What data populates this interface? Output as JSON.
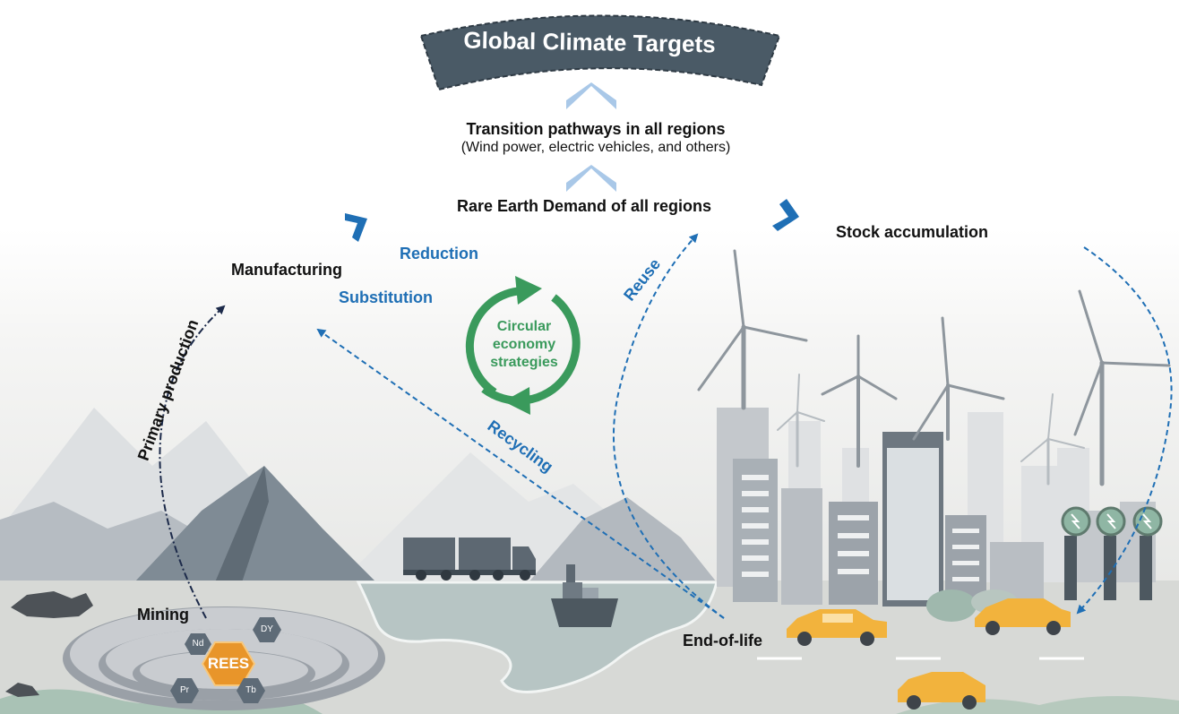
{
  "title": "Global Climate Targets",
  "transition": {
    "heading": "Transition pathways in all regions",
    "examples": "(Wind power, electric vehicles, and others)"
  },
  "demand": "Rare Earth Demand of all regions",
  "stages": {
    "manufacturing": "Manufacturing",
    "stock": "Stock accumulation",
    "mining": "Mining",
    "end_of_life": "End-of-life"
  },
  "flows": {
    "primary_production": "Primary production",
    "recycling": "Recycling",
    "reuse": "Reuse"
  },
  "strategies": {
    "reduction": "Reduction",
    "substitution": "Substitution",
    "circular_line1": "Circular",
    "circular_line2": "economy",
    "circular_line3": "strategies"
  },
  "elements": {
    "center": "REES",
    "dy": "DY",
    "nd": "Nd",
    "pr": "Pr",
    "tb": "Tb"
  },
  "colors": {
    "accent_blue": "#1f6fb5",
    "dark_flow": "#1c2a4a",
    "circular_green": "#3a9a5c",
    "banner": "#4a5a66",
    "chevron": "#a9c8e8",
    "rees_orange": "#e8952a",
    "vehicle_yellow": "#f2b33d"
  }
}
